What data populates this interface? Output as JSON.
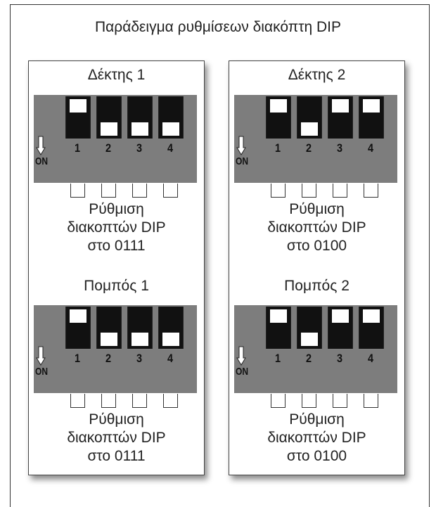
{
  "title": "Παράδειγμα ρυθμίσεων διακόπτη DIP",
  "on_label": "ON",
  "switch_numbers": [
    "1",
    "2",
    "3",
    "4"
  ],
  "panels": [
    {
      "receiver": {
        "title": "Δέκτης 1",
        "code": "0111",
        "switch_positions": [
          "up",
          "down",
          "down",
          "down"
        ],
        "caption_line1": "Ρύθμιση",
        "caption_line2": "διακοπτών DIP",
        "caption_line3": "στο 0111"
      },
      "transmitter": {
        "title": "Πομπός 1",
        "code": "0111",
        "switch_positions": [
          "up",
          "down",
          "down",
          "down"
        ],
        "caption_line1": "Ρύθμιση",
        "caption_line2": "διακοπτών DIP",
        "caption_line3": "στο 0111"
      }
    },
    {
      "receiver": {
        "title": "Δέκτης 2",
        "code": "0100",
        "switch_positions": [
          "up",
          "down",
          "up",
          "up"
        ],
        "caption_line1": "Ρύθμιση",
        "caption_line2": "διακοπτών DIP",
        "caption_line3": "στο 0100"
      },
      "transmitter": {
        "title": "Πομπός 2",
        "code": "0100",
        "switch_positions": [
          "up",
          "down",
          "up",
          "up"
        ],
        "caption_line1": "Ρύθμιση",
        "caption_line2": "διακοπτών DIP",
        "caption_line3": "στο 0100"
      }
    }
  ]
}
